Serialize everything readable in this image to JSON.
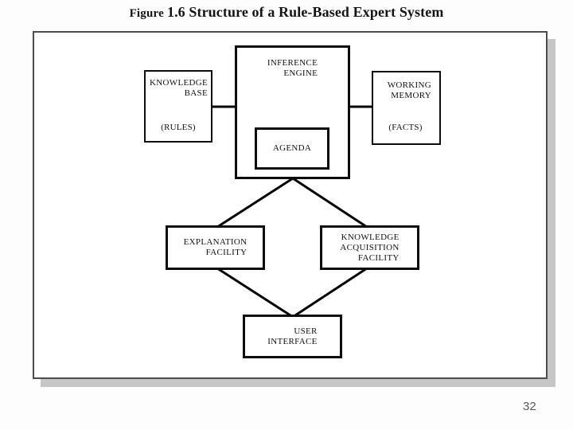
{
  "slide": {
    "title_prefix": "Figure",
    "title_main": "1.6 Structure of a Rule-Based Expert System",
    "page_number": "32"
  },
  "diagram": {
    "nodes": {
      "knowledge_base": {
        "line1": "KNOWLEDGE",
        "line2": "BASE",
        "sublabel": "(RULES)"
      },
      "inference_engine": {
        "line1": "INFERENCE",
        "line2": "ENGINE"
      },
      "working_memory": {
        "line1": "WORKING",
        "line2": "MEMORY",
        "sublabel": "(FACTS)"
      },
      "agenda": {
        "label": "AGENDA"
      },
      "explanation_facility": {
        "line1": "EXPLANATION",
        "line2": "FACILITY"
      },
      "knowledge_acquisition_facility": {
        "line1": "KNOWLEDGE",
        "line2": "ACQUISITION",
        "line3": "FACILITY"
      },
      "user_interface": {
        "line1": "USER",
        "line2": "INTERFACE"
      }
    },
    "connections": [
      "knowledge_base - inference_engine",
      "inference_engine - working_memory",
      "inference_engine - explanation_facility",
      "inference_engine - knowledge_acquisition_facility",
      "explanation_facility - user_interface",
      "knowledge_acquisition_facility - user_interface"
    ],
    "colors": {
      "box_border": "#0d0d0d",
      "connector": "#000000",
      "frame_border": "#4d4d4d",
      "frame_shadow": "#c6c6c6",
      "title": "#141414",
      "page_number": "#5a5a5a",
      "background": "#ffffff"
    }
  }
}
